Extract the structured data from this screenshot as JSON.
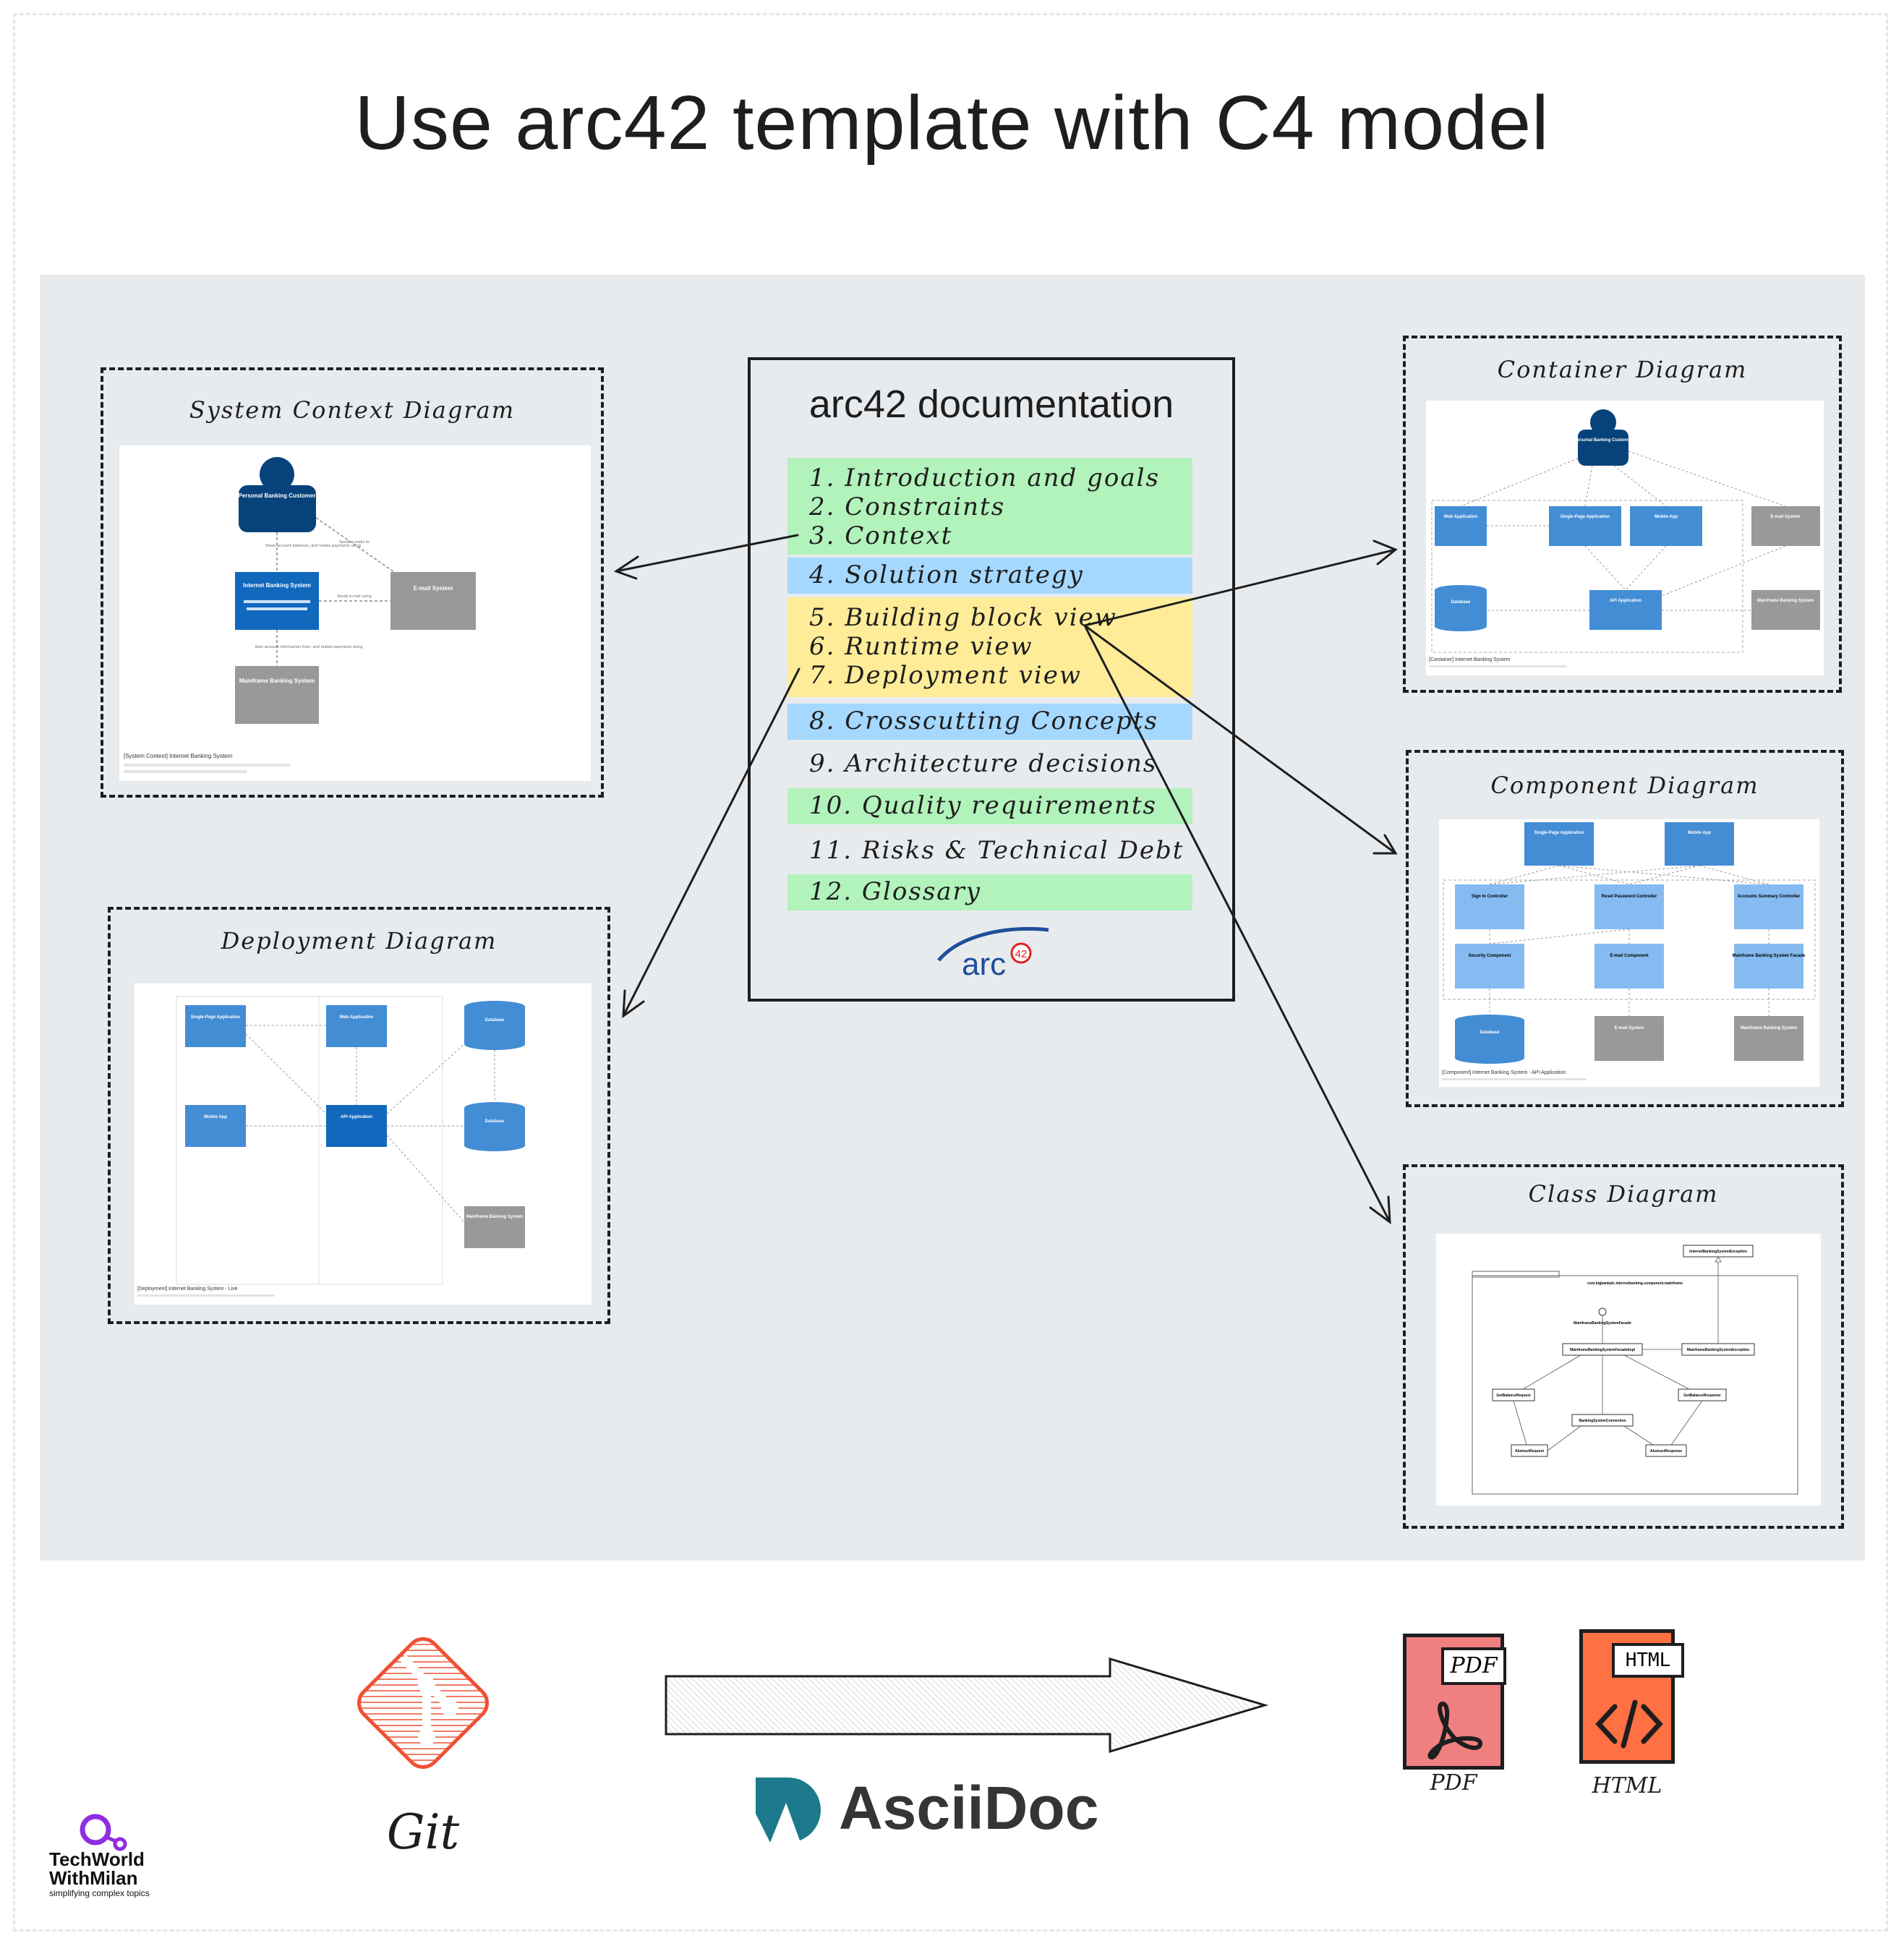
{
  "title": "Use arc42 template with C4 model",
  "arc42": {
    "heading": "arc42 documentation",
    "logo_text": "arc",
    "logo_badge": "42",
    "sections": [
      {
        "label": "1. Introduction and goals",
        "color": "#b2f2bb"
      },
      {
        "label": "2. Constraints",
        "color": "#b2f2bb"
      },
      {
        "label": "3. Context",
        "color": "#b2f2bb"
      },
      {
        "label": "4. Solution strategy",
        "color": "#a5d8ff"
      },
      {
        "label": "5. Building block view",
        "color": "#ffec99"
      },
      {
        "label": "6. Runtime view",
        "color": "#ffec99"
      },
      {
        "label": "7. Deployment view",
        "color": "#ffec99"
      },
      {
        "label": "8. Crosscutting Concepts",
        "color": "#a5d8ff"
      },
      {
        "label": "9. Architecture decisions",
        "color": ""
      },
      {
        "label": "10. Quality requirements",
        "color": "#b2f2bb"
      },
      {
        "label": "11. Risks & Technical Debt",
        "color": ""
      },
      {
        "label": "12. Glossary",
        "color": "#b2f2bb"
      }
    ]
  },
  "diagrams": {
    "system_context": {
      "label": "System Context Diagram",
      "caption": "[System Context] Internet Banking System",
      "nodes": {
        "customer": "Personal Banking Customer",
        "ibs": "Internet Banking System",
        "email": "E-mail System",
        "mainframe": "Mainframe Banking System"
      },
      "edges": [
        "Views account balances, and makes payments using",
        "Sends e-mails to",
        "Sends e-mail using",
        "Gets account information from, and makes payments using"
      ]
    },
    "container": {
      "label": "Container Diagram",
      "caption": "[Container] Internet Banking System",
      "nodes": {
        "customer": "Personal Banking Customer",
        "web": "Web Application",
        "spa": "Single-Page Application",
        "mobile": "Mobile App",
        "email": "E-mail System",
        "db": "Database",
        "api": "API Application",
        "mainframe": "Mainframe Banking System"
      }
    },
    "component": {
      "label": "Component Diagram",
      "caption": "[Component] Internet Banking System - API Application",
      "nodes": {
        "spa": "Single-Page Application",
        "mobile": "Mobile App",
        "signin": "Sign In Controller",
        "reset": "Reset Password Controller",
        "accounts": "Accounts Summary Controller",
        "security": "Security Component",
        "emailc": "E-mail Component",
        "facade": "Mainframe Banking System Facade",
        "db": "Database",
        "email": "E-mail System",
        "mainframe": "Mainframe Banking System"
      }
    },
    "class": {
      "label": "Class Diagram",
      "package": "com.bigbankplc.internetbanking.component.mainframe",
      "nodes": {
        "exception_base": "InternetBankingSystemException",
        "facade_iface": "MainframeBankingSystemFacade",
        "facade_impl": "MainframeBankingSystemFacadeImpl",
        "exception": "MainframeBankingSystemException",
        "getbal_req": "GetBalanceRequest",
        "getbal_resp": "GetBalanceResponse",
        "connection": "BankingSystemConnection",
        "abs_req": "AbstractRequest",
        "abs_resp": "AbstractResponse"
      }
    },
    "deployment": {
      "label": "Deployment Diagram",
      "caption": "[Deployment] Internet Banking System - Live",
      "nodes": {
        "spa": "Single-Page Application",
        "web": "Web Application",
        "db1": "Database",
        "mobile": "Mobile App",
        "api": "API Application",
        "db2": "Database",
        "mainframe": "Mainframe Banking System"
      }
    }
  },
  "pipeline": {
    "git_label": "Git",
    "asciidoc_label": "AsciiDoc",
    "pdf_tag": "PDF",
    "pdf_label": "PDF",
    "html_tag": "HTML",
    "html_label": "HTML"
  },
  "brand": {
    "line1": "TechWorld",
    "line2": "WithMilan",
    "tagline": "simplifying complex topics"
  },
  "colors": {
    "panel": "#e8ebee",
    "c4_blue": "#1168bd",
    "c4_dark": "#08427b",
    "c4_light": "#438dd5",
    "c4_grey": "#999999",
    "pdf_red": "#f08080",
    "html_orange": "#ff7043",
    "git_red": "#f05133",
    "asciidoc_teal": "#1d7a8c"
  }
}
